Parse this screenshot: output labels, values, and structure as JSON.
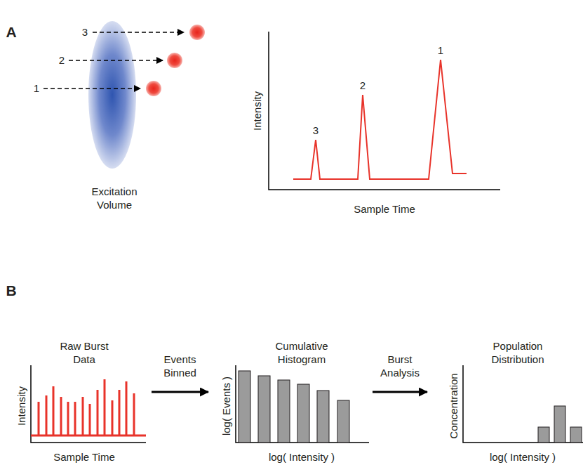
{
  "diagram": {
    "nodes": [
      {
        "text": [
          "Excitation Volume"
        ]
      },
      {
        "text": [
          "Intensity",
          "Sample Time"
        ]
      },
      {
        "text": [
          "Raw Burst Data",
          "Intensity",
          "Sample Time"
        ]
      },
      {
        "text": [
          "Cumulative Histogram",
          "log( Events )",
          "log( Intensity )"
        ]
      },
      {
        "text": [
          "Population Distribution",
          "Concentration",
          "log( Intensity )"
        ]
      }
    ],
    "edges": [
      {
        "from": 2,
        "to": 3,
        "label": "Events Binned",
        "arrow": "to"
      },
      {
        "from": 3,
        "to": 4,
        "label": "Burst Analysis",
        "arrow": "to"
      }
    ],
    "labels": [
      "A",
      "3",
      "2",
      "1",
      "3",
      "2",
      "1",
      "B"
    ]
  }
}
